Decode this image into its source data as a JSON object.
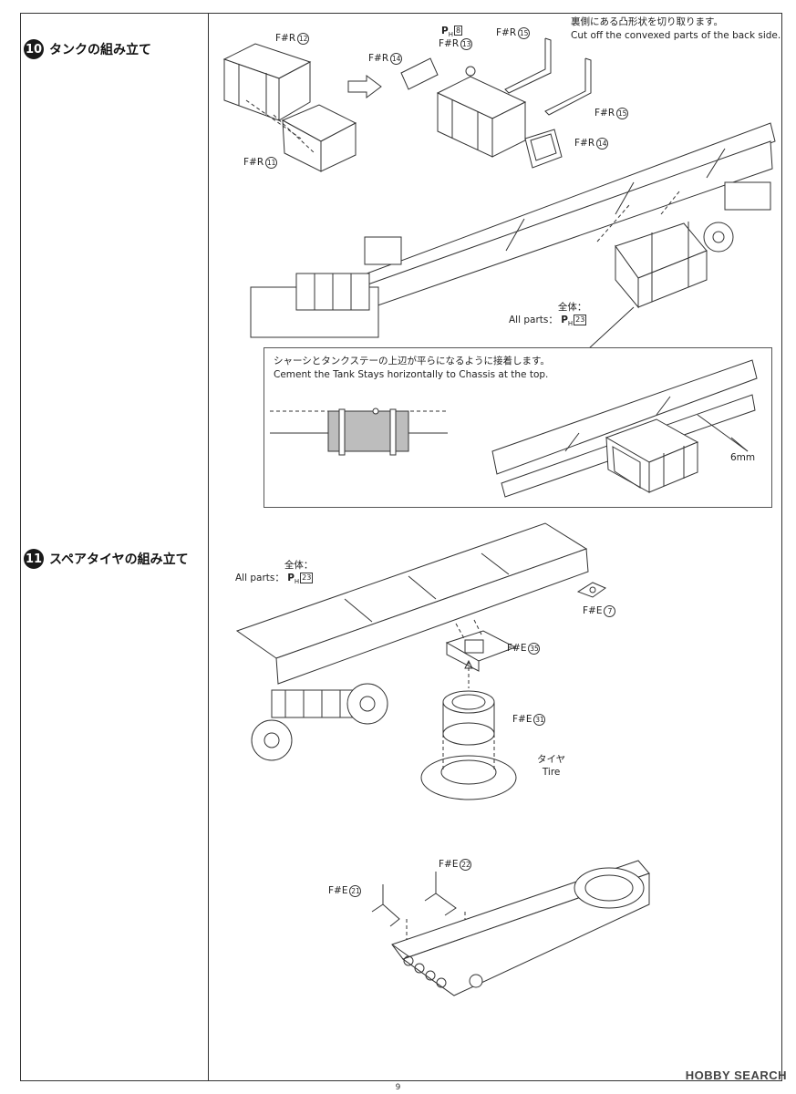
{
  "page_number": "9",
  "watermark": "HOBBY SEARCH",
  "step10": {
    "number": "10",
    "title": "タンクの組み立て",
    "note_cut_ja": "裏側にある凸形状を切り取ります。",
    "note_cut_en": "Cut off the convexed parts of the back side.",
    "labels": {
      "f_r_12": "F#R",
      "f_r_12_num": "12",
      "f_r_11": "F#R",
      "f_r_11_num": "11",
      "f_r_14_top": "F#R",
      "f_r_14_top_num": "14",
      "p_h_8": "P",
      "p_h_8_sub": "H",
      "p_h_8_num": "8",
      "f_r_13": "F#R",
      "f_r_13_num": "13",
      "f_r_15_top": "F#R",
      "f_r_15_top_num": "15",
      "f_r_15_bottom": "F#R",
      "f_r_15_bottom_num": "15",
      "f_r_14_bottom": "F#R",
      "f_r_14_bottom_num": "14",
      "all_parts_ja": "全体：",
      "all_parts_en": "All parts：",
      "all_parts_code": "23"
    },
    "box_note_ja": "シャーシとタンクステーの上辺が平らになるように接着します。",
    "box_note_en": "Cement the Tank Stays horizontally to Chassis at the top.",
    "dimension": "6mm"
  },
  "step11": {
    "number": "11",
    "title": "スペアタイヤの組み立て",
    "labels": {
      "all_parts_ja": "全体：",
      "all_parts_en": "All parts：",
      "all_parts_code": "23",
      "f_e_7": "F#E",
      "f_e_7_num": "7",
      "f_e_35": "F#E",
      "f_e_35_num": "35",
      "f_e_31": "F#E",
      "f_e_31_num": "31",
      "tire_ja": "タイヤ",
      "tire_en": "Tire",
      "f_e_22": "F#E",
      "f_e_22_num": "22",
      "f_e_21": "F#E",
      "f_e_21_num": "21"
    }
  }
}
